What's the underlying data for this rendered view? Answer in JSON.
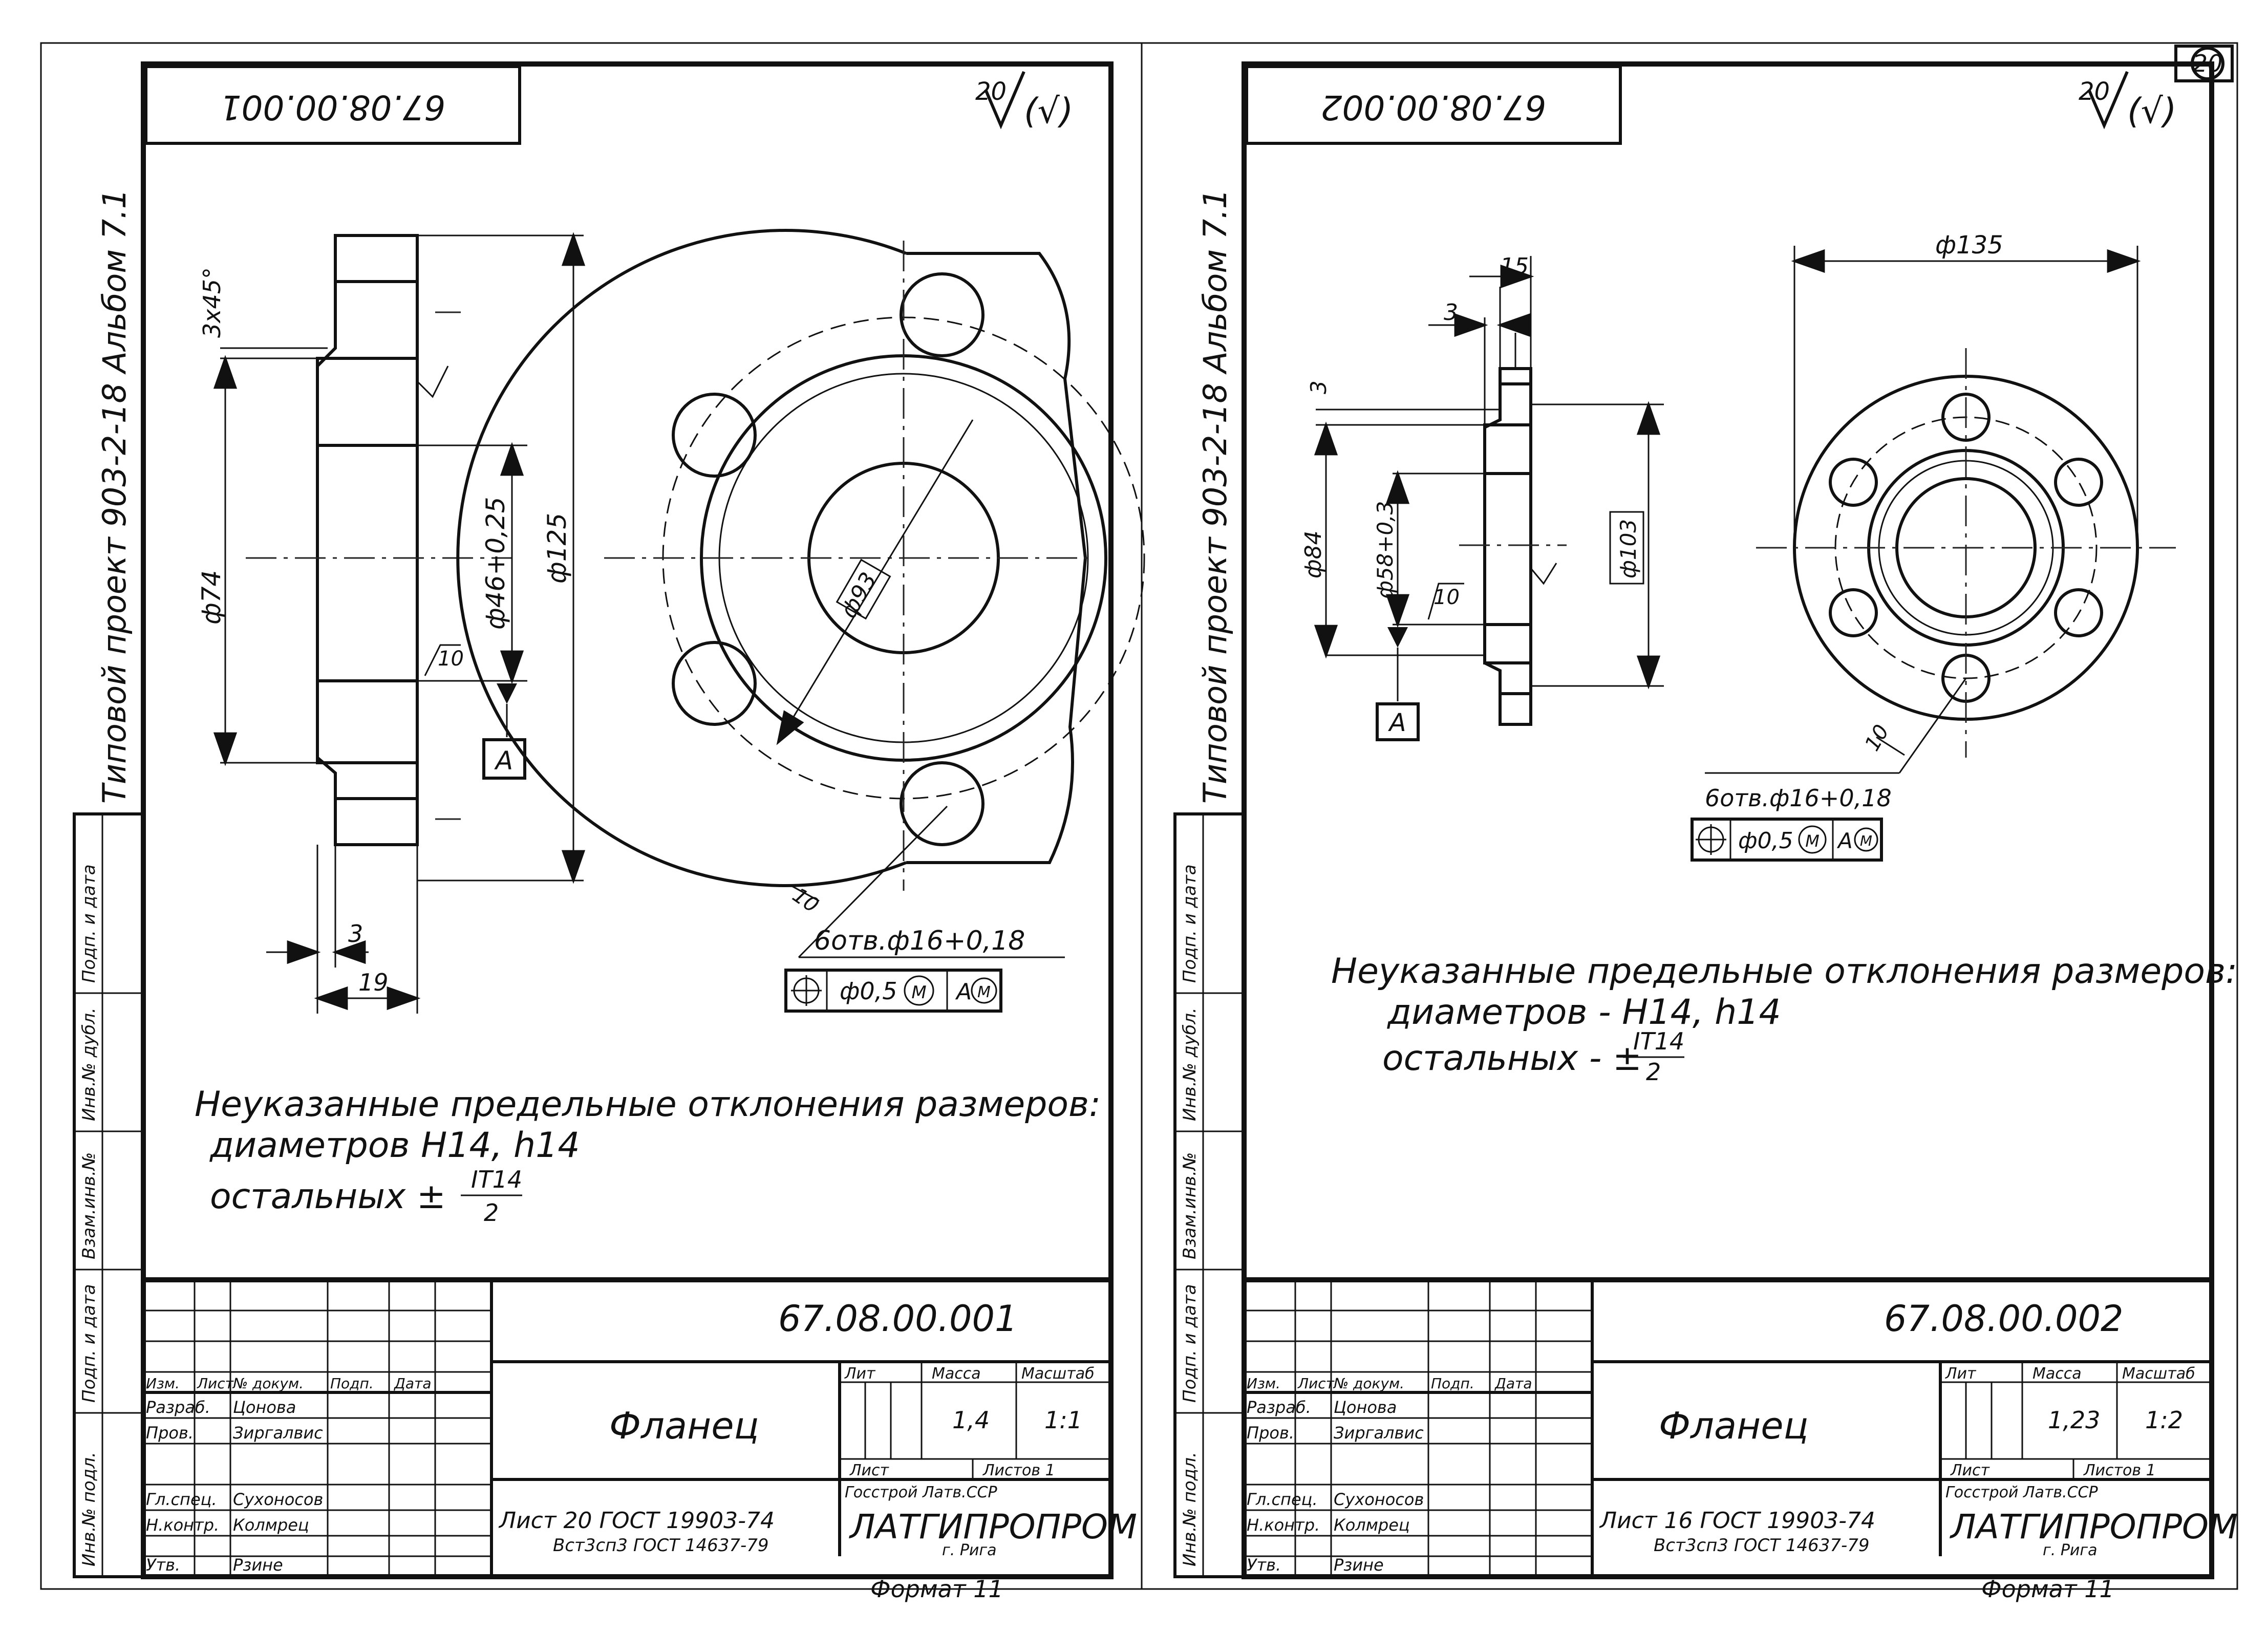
{
  "page_number": "20",
  "left": {
    "code_rotated": "67.08.00.001",
    "roughness": "20",
    "roughness_paren": "(√)",
    "side_caption": "Типовой проект 903-2-18   Альбом 7.1",
    "dims": {
      "chamfer": "3x45°",
      "d74": "ф74",
      "d46": "ф46+0,25",
      "d125": "ф125",
      "d93": "ф93",
      "s3": "3",
      "s19": "19",
      "r10a": "10",
      "r10b": "10",
      "holes": "6отв.ф16+0,18",
      "tol_value": "ф0,5",
      "tol_m1": "M",
      "tol_datum": "A",
      "tol_m2": "M",
      "datum": "A"
    },
    "notes": [
      "Неуказанные предельные отклонения размеров:",
      "диаметров H14, h14",
      "остальных ±",
      "IT14",
      "2"
    ],
    "side_strip": [
      "Инв.№ подл.",
      "Подп. и дата",
      "Взам.инв.№",
      "Инв.№ дубл.",
      "Подп. и дата"
    ],
    "title_block": {
      "code": "67.08.00.001",
      "name": "Фланец",
      "lit_label": "Лит",
      "mass_label": "Масса",
      "scale_label": "Масштаб",
      "mass": "1,4",
      "scale": "1:1",
      "sheet_label": "Лист",
      "sheets_label": "Листов 1",
      "org1": "Госстрой Латв.ССР",
      "org2": "ЛАТГИПРОПРОМ",
      "org3": "г. Рига",
      "material1": "Лист 20 ГОСТ 19903-74",
      "material2": "Вст3сп3 ГОСТ 14637-79",
      "col_headers": [
        "Изм.",
        "Лист",
        "№ докум.",
        "Подп.",
        "Дата"
      ],
      "rows": [
        [
          "Разраб.",
          "Цонова"
        ],
        [
          "Пров.",
          "Зиргалвис"
        ],
        [
          "",
          ""
        ],
        [
          "Гл.спец.",
          "Сухоносов"
        ],
        [
          "Н.контр.",
          "Колмрец"
        ],
        [
          "Утв.",
          "Рзине"
        ]
      ],
      "format": "Формат 11"
    }
  },
  "right": {
    "code_rotated": "67.08.00.002",
    "roughness": "20",
    "roughness_paren": "(√)",
    "side_caption": "Типовой проект 903-2-18   Альбом 7.1",
    "dims": {
      "s15": "15",
      "s3a": "3",
      "s3b": "3",
      "d84": "ф84",
      "d58": "ф58+0,3",
      "d103": "ф103",
      "d135": "ф135",
      "r10a": "10",
      "r10b": "10",
      "holes": "6отв.ф16+0,18",
      "tol_value": "ф0,5",
      "tol_m1": "M",
      "tol_datum": "A",
      "tol_m2": "M",
      "datum": "A"
    },
    "notes": [
      "Неуказанные предельные отклонения размеров:",
      "диаметров - H14, h14",
      "остальных - ±",
      "IT14",
      "2"
    ],
    "side_strip": [
      "Инв.№ подл.",
      "Подп. и дата",
      "Взам.инв.№",
      "Инв.№ дубл.",
      "Подп. и дата"
    ],
    "title_block": {
      "code": "67.08.00.002",
      "name": "Фланец",
      "lit_label": "Лит",
      "mass_label": "Масса",
      "scale_label": "Масштаб",
      "mass": "1,23",
      "scale": "1:2",
      "sheet_label": "Лист",
      "sheets_label": "Листов 1",
      "org1": "Госстрой Латв.ССР",
      "org2": "ЛАТГИПРОПРОМ",
      "org3": "г. Рига",
      "material1": "Лист 16 ГОСТ 19903-74",
      "material2": "Вст3сп3 ГОСТ 14637-79",
      "col_headers": [
        "Изм.",
        "Лист",
        "№ докум.",
        "Подп.",
        "Дата"
      ],
      "rows": [
        [
          "Разраб.",
          "Цонова"
        ],
        [
          "Пров.",
          "Зиргалвис"
        ],
        [
          "",
          ""
        ],
        [
          "Гл.спец.",
          "Сухоносов"
        ],
        [
          "Н.контр.",
          "Колмрец"
        ],
        [
          "Утв.",
          "Рзине"
        ]
      ],
      "format": "Формат 11"
    }
  }
}
